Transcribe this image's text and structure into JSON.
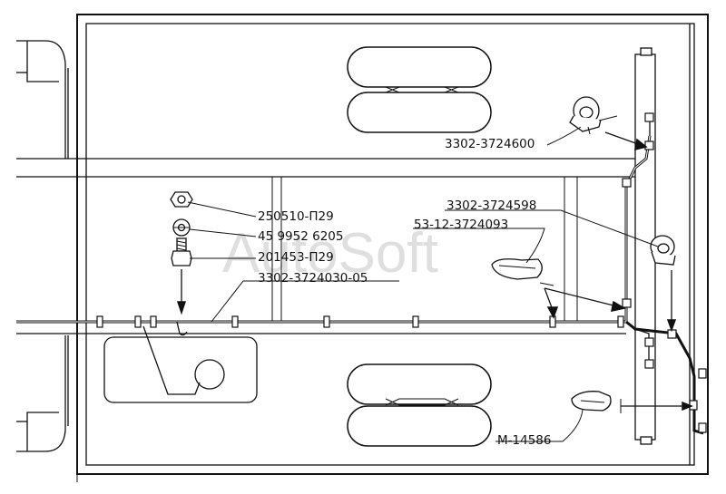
{
  "labels": {
    "p1": "250510-П29",
    "p2": "45 9952 6205",
    "p3": "201453-П29",
    "p4": "3302-3724030-05",
    "p5": "3302-3724600",
    "p6": "3302-3724598",
    "p7": "53-12-3724093",
    "p8": "М-14586"
  },
  "watermark": "AutoSoft"
}
